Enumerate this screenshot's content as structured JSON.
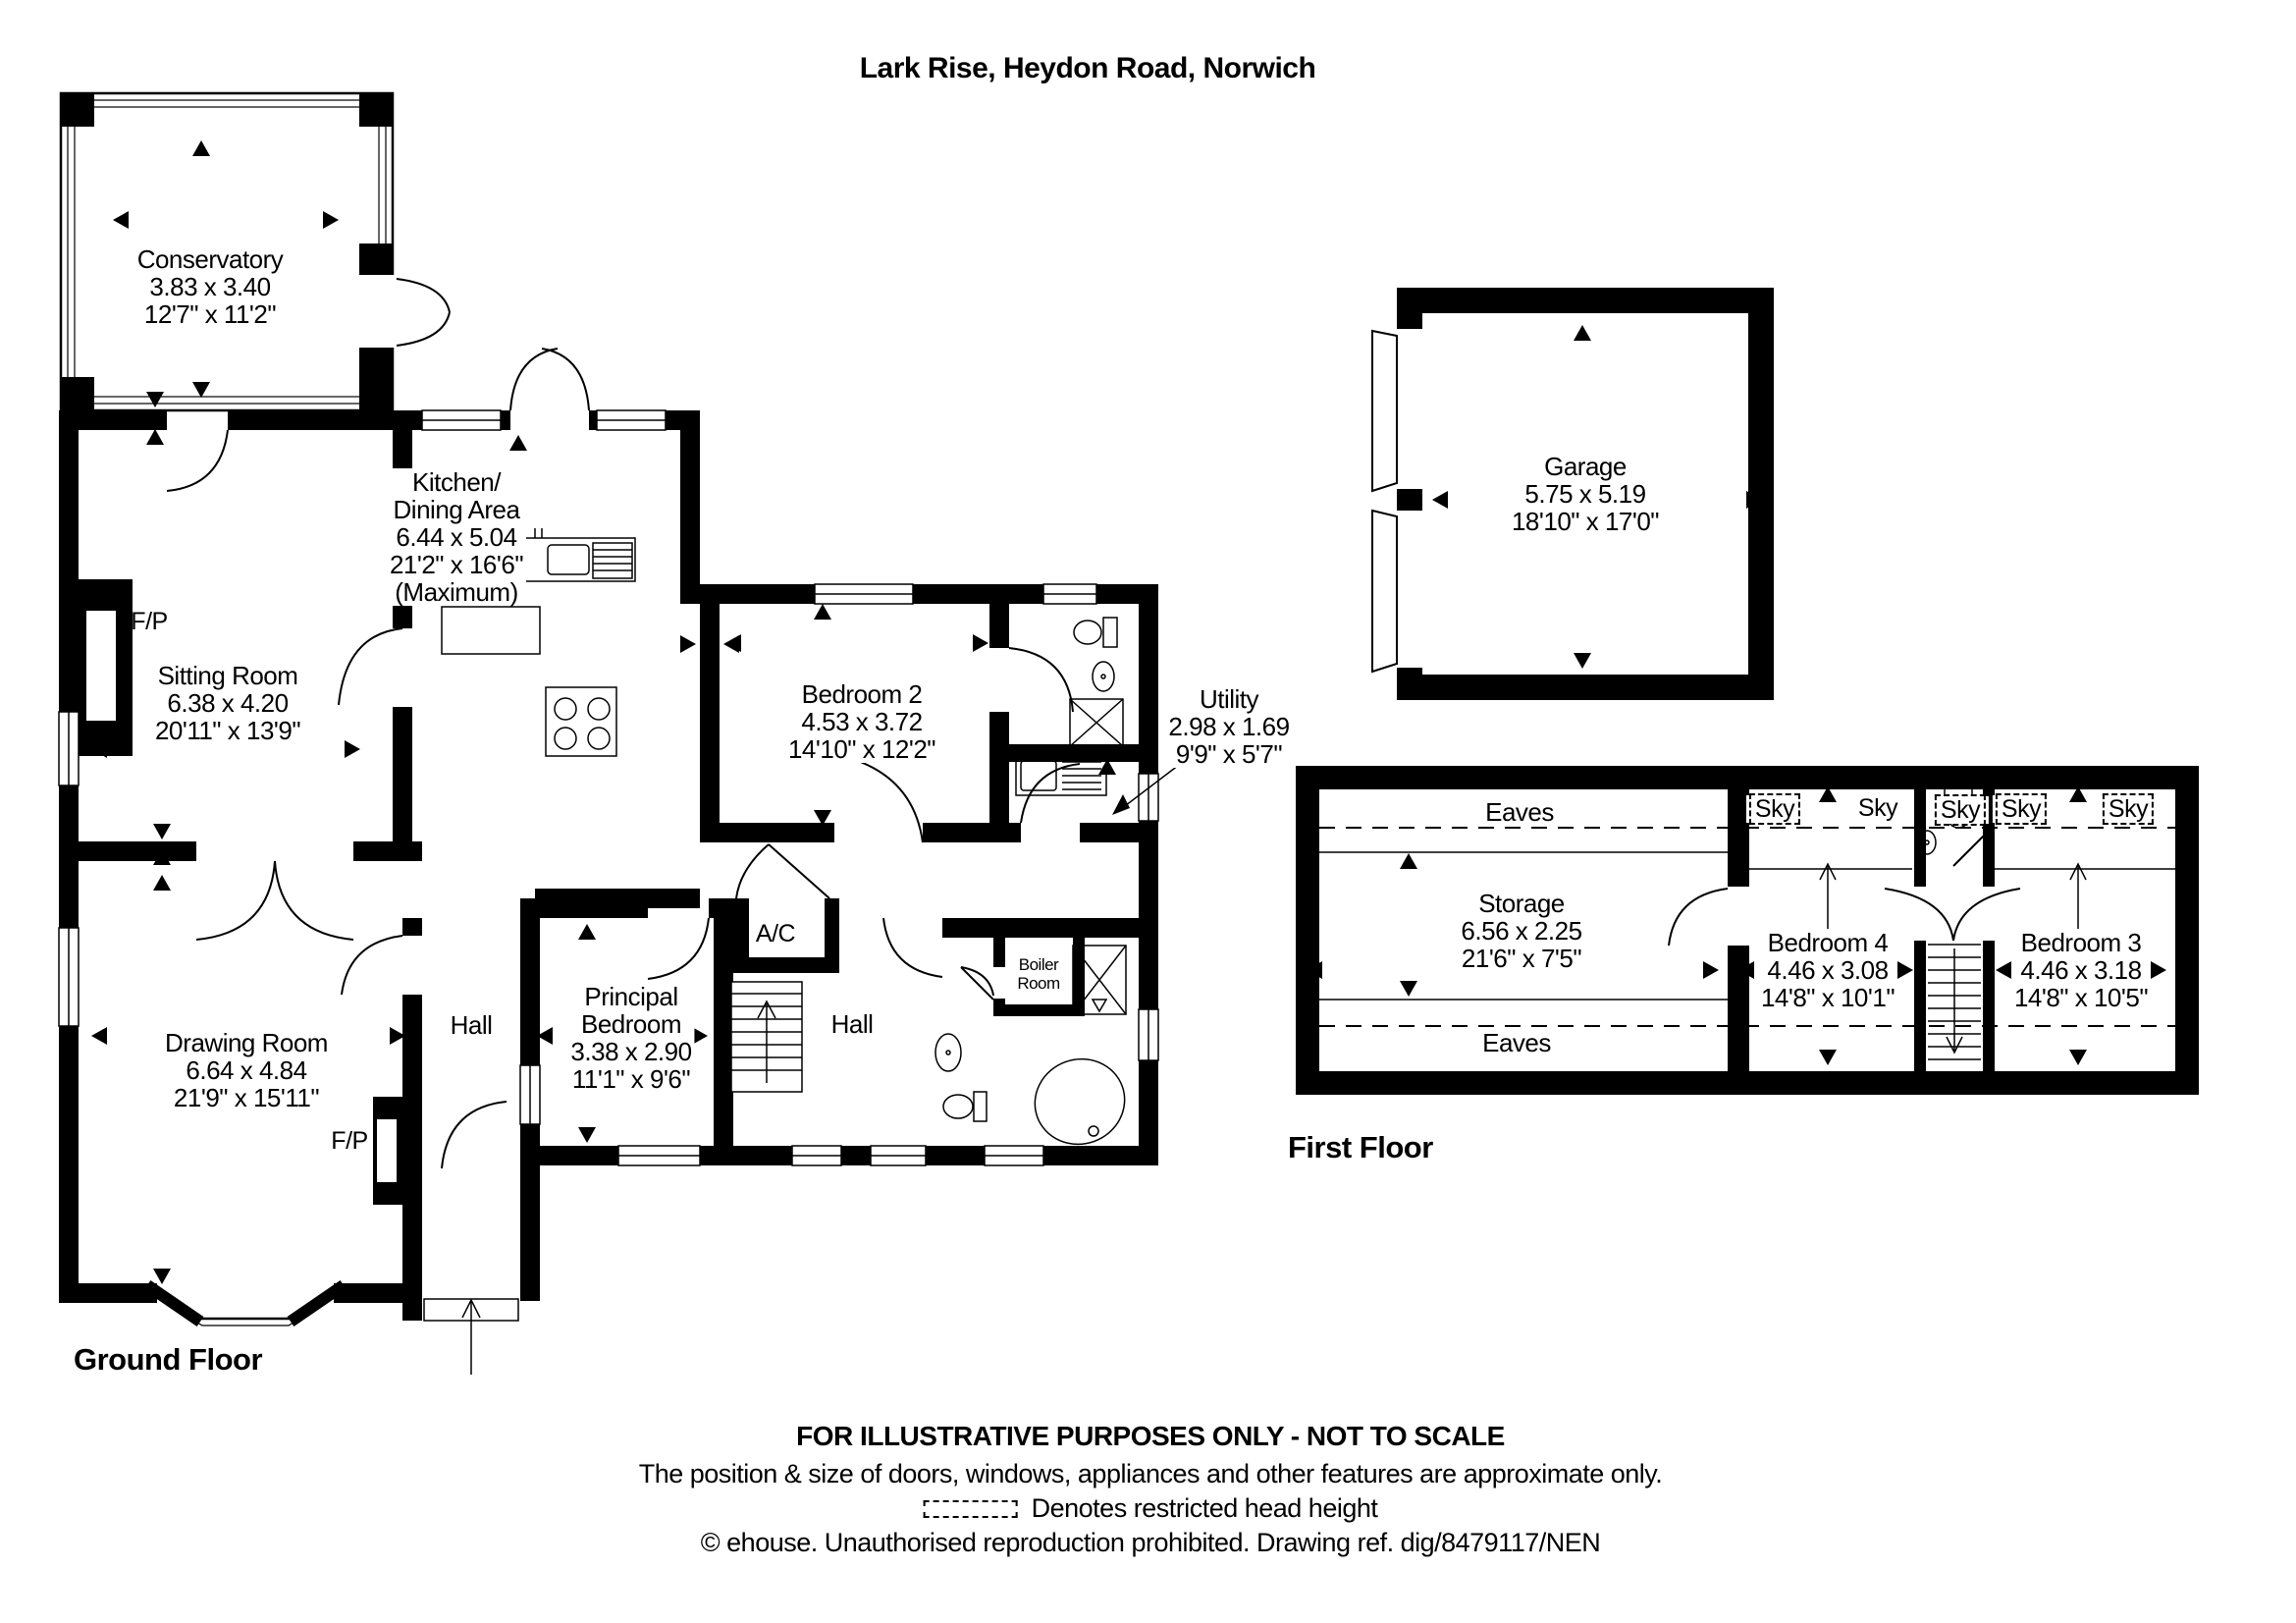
{
  "title": "Lark Rise, Heydon Road, Norwich",
  "floor_labels": {
    "ground": "Ground Floor",
    "first": "First Floor"
  },
  "rooms": {
    "conservatory": {
      "name": "Conservatory",
      "metric": "3.83 x 3.40",
      "imperial": "12'7\" x 11'2\""
    },
    "sitting_room": {
      "name": "Sitting Room",
      "metric": "6.38 x 4.20",
      "imperial": "20'11\" x 13'9\""
    },
    "kitchen_dining": {
      "name_line1": "Kitchen/",
      "name_line2": "Dining Area",
      "metric": "6.44 x 5.04",
      "imperial": "21'2\" x 16'6\"",
      "note": "(Maximum)"
    },
    "bedroom2": {
      "name": "Bedroom 2",
      "metric": "4.53 x 3.72",
      "imperial": "14'10\" x 12'2\""
    },
    "utility": {
      "name": "Utility",
      "metric": "2.98 x 1.69",
      "imperial": "9'9\" x 5'7\""
    },
    "drawing_room": {
      "name": "Drawing Room",
      "metric": "6.64 x 4.84",
      "imperial": "21'9\" x 15'11\""
    },
    "principal_bedroom": {
      "name_line1": "Principal",
      "name_line2": "Bedroom",
      "metric": "3.38 x 2.90",
      "imperial": "11'1\" x 9'6\""
    },
    "garage": {
      "name": "Garage",
      "metric": "5.75 x 5.19",
      "imperial": "18'10\" x 17'0\""
    },
    "storage": {
      "name": "Storage",
      "metric": "6.56 x 2.25",
      "imperial": "21'6\" x 7'5\""
    },
    "bedroom4": {
      "name": "Bedroom 4",
      "metric": "4.46 x 3.08",
      "imperial": "14'8\" x 10'1\""
    },
    "bedroom3": {
      "name": "Bedroom 3",
      "metric": "4.46 x 3.18",
      "imperial": "14'8\" x 10'5\""
    }
  },
  "annotations": {
    "hall": "Hall",
    "fireplace": "F/P",
    "airing_cupboard": "A/C",
    "boiler_line1": "Boiler",
    "boiler_line2": "Room",
    "eaves": "Eaves",
    "skylight": "Sky"
  },
  "footer": {
    "line1": "FOR ILLUSTRATIVE PURPOSES ONLY - NOT TO SCALE",
    "line2": "The position & size of doors, windows, appliances and other features are approximate only.",
    "line3": "Denotes restricted head height",
    "line4": "© ehouse. Unauthorised reproduction prohibited. Drawing ref. dig/8479117/NEN"
  },
  "colors": {
    "wall": "#000000",
    "background": "#ffffff"
  }
}
